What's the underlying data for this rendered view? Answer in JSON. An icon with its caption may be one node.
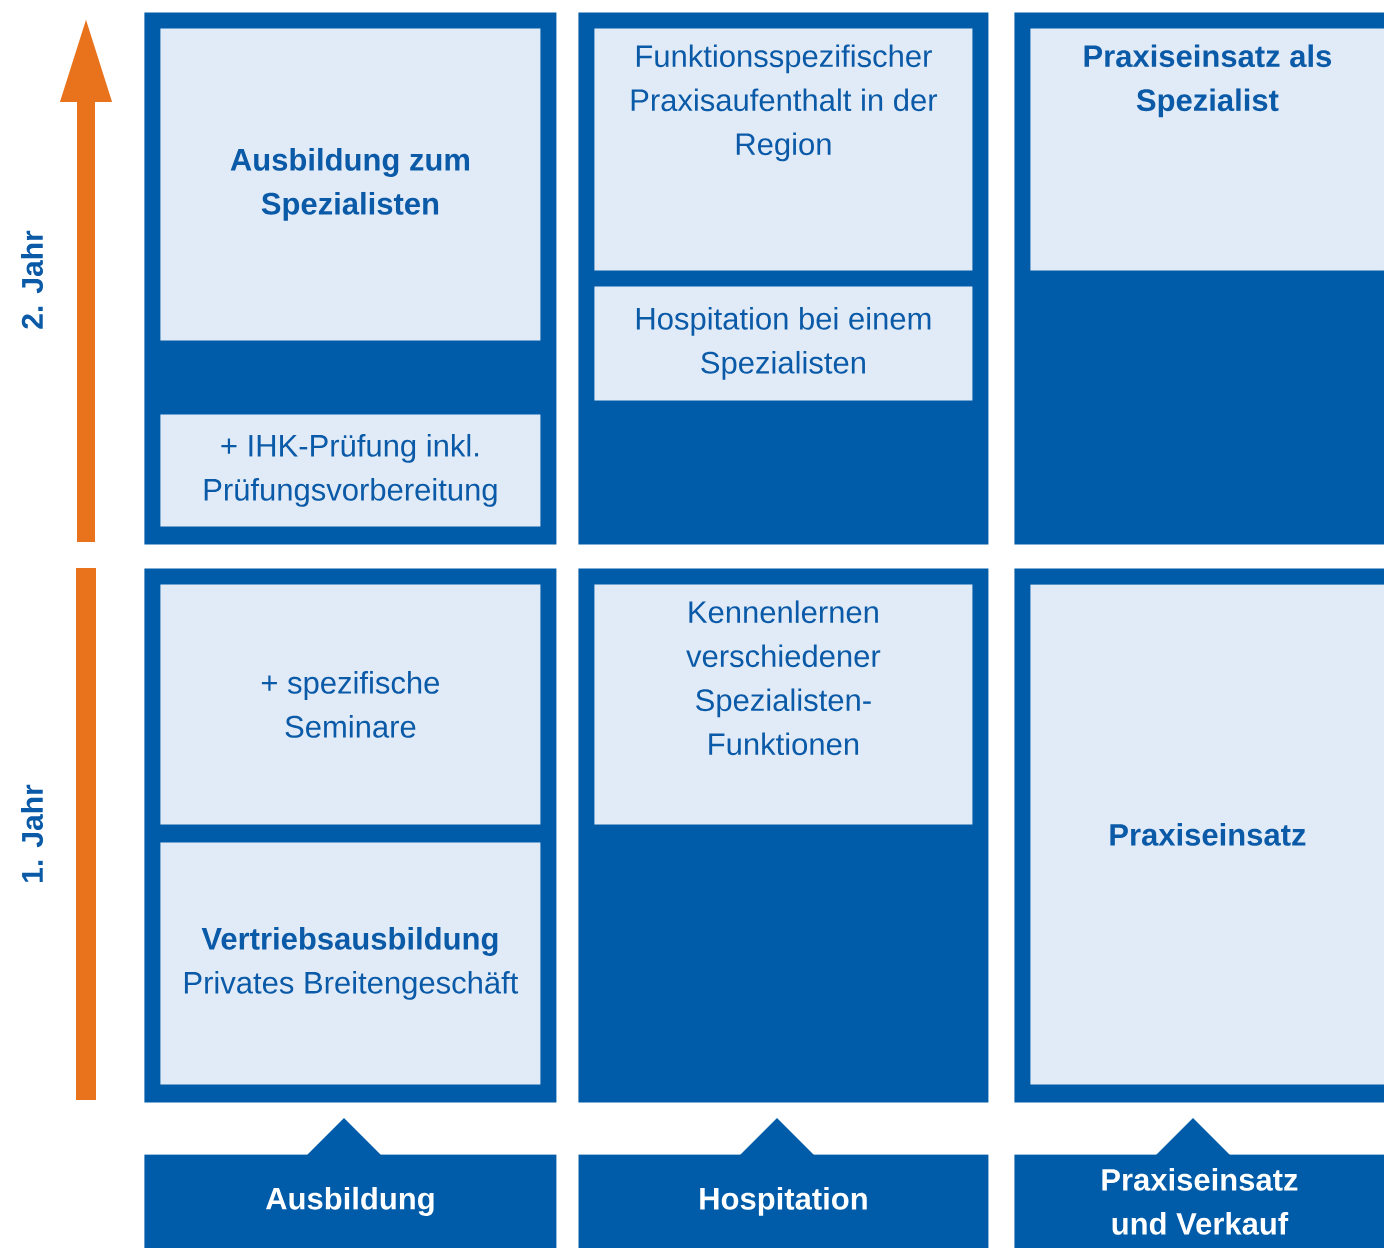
{
  "diagram": {
    "nodes": [
      {
        "text": [],
        "shape": "box"
      },
      {
        "text": [
          "Ausbildung zum Spezialisten"
        ],
        "in": 0
      },
      {
        "text": [
          "+ IHK-Prüfung inkl. Prüfungsvorbereitung"
        ],
        "in": 0
      },
      {
        "text": [],
        "shape": "box"
      },
      {
        "text": [
          "Funktionsspezifischer Praxisaufenthalt in der Region"
        ],
        "in": 3
      },
      {
        "text": [
          "Hospitation bei einem Spezialisten"
        ],
        "in": 3
      },
      {
        "text": [],
        "shape": "box"
      },
      {
        "text": [
          "Praxiseinsatz als Spezialist"
        ],
        "in": 6
      },
      {
        "text": [],
        "shape": "box"
      },
      {
        "text": [
          "+ spezifische Seminare"
        ],
        "in": 8
      },
      {
        "text": [
          "Vertriebsausbildung",
          "Privates Breitengeschäft"
        ],
        "in": 8
      },
      {
        "text": [],
        "shape": "box"
      },
      {
        "text": [
          "Kennenlernen verschiedener Spezialisten-Funktionen"
        ],
        "in": 11
      },
      {
        "text": [],
        "shape": "box"
      },
      {
        "text": [
          "Praxiseinsatz"
        ],
        "in": 13
      },
      {
        "text": [
          "Ausbildung"
        ]
      },
      {
        "text": [
          "Hospitation"
        ]
      },
      {
        "text": [
          "Praxiseinsatz und Verkauf"
        ]
      }
    ],
    "labels": [
      "2. Jahr",
      "1. Jahr"
    ]
  }
}
